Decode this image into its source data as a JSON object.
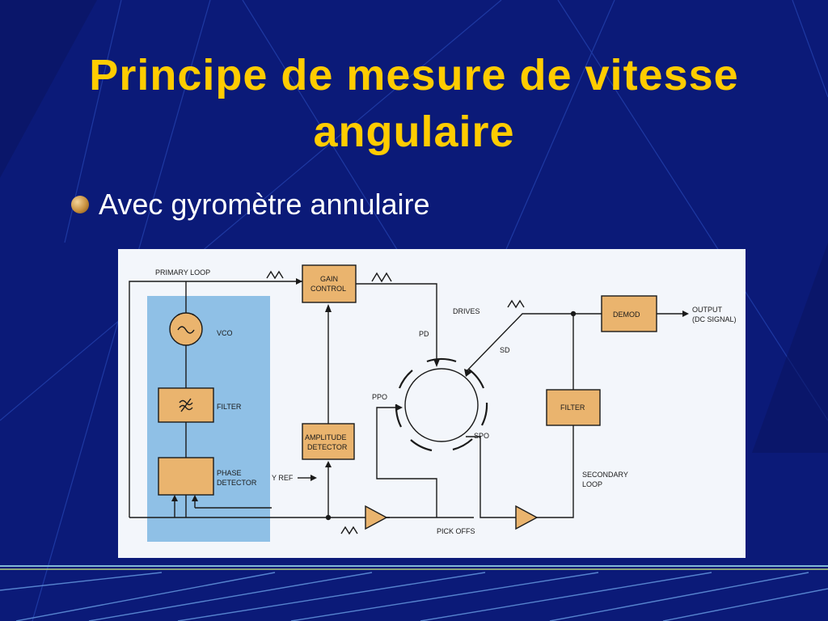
{
  "slide": {
    "title": "Principe de mesure de vitesse angulaire",
    "bullet": "Avec gyromètre annulaire"
  },
  "diagram": {
    "labels": {
      "primary_loop": "PRIMARY LOOP",
      "gain_control_1": "GAIN",
      "gain_control_2": "CONTROL",
      "vco": "VCO",
      "filter_left": "FILTER",
      "phase_1": "PHASE",
      "phase_2": "DETECTOR",
      "amp_1": "AMPLITUDE",
      "amp_2": "DETECTOR",
      "yref": "Y REF",
      "drives": "DRIVES",
      "pd": "PD",
      "sd": "SD",
      "ppo": "PPO",
      "spo": "SPO",
      "demod": "DEMOD",
      "output_1": "OUTPUT",
      "output_2": "(DC SIGNAL)",
      "filter_right": "FILTER",
      "secondary_1": "SECONDARY",
      "secondary_2": "LOOP",
      "pick_offs": "PICK OFFS"
    },
    "colors": {
      "block_fill": "#eab46e",
      "primary_panel": "#8fc0e6",
      "figure_bg": "#f3f6fb",
      "title": "#ffcc00",
      "slide_bg": "#0b1a78"
    }
  }
}
